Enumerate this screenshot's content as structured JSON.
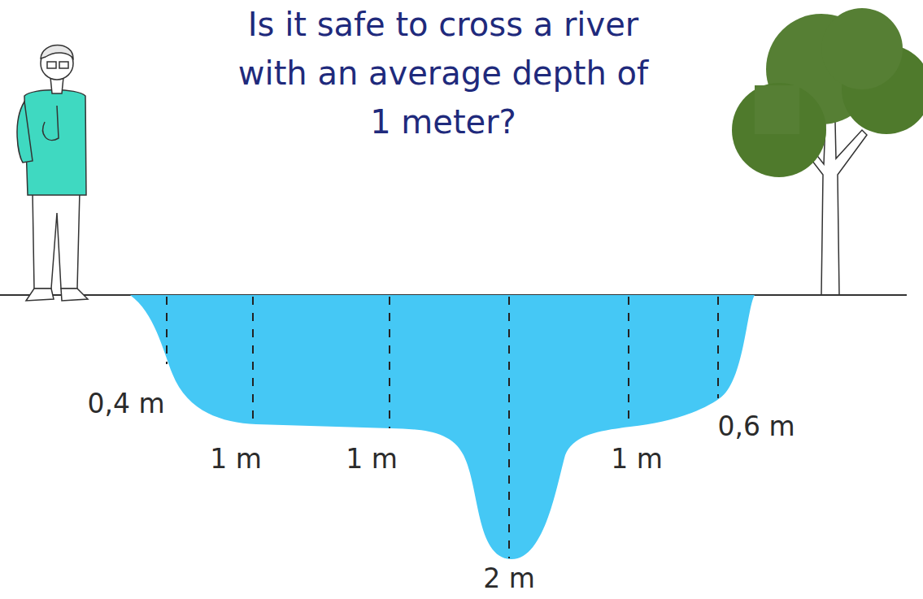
{
  "diagram": {
    "title": "Is it safe to cross a river with an average depth of 1 meter?",
    "labels": [
      "0,4 m",
      "1 m",
      "1 m",
      "2 m",
      "1 m",
      "0,6 m"
    ]
  }
}
